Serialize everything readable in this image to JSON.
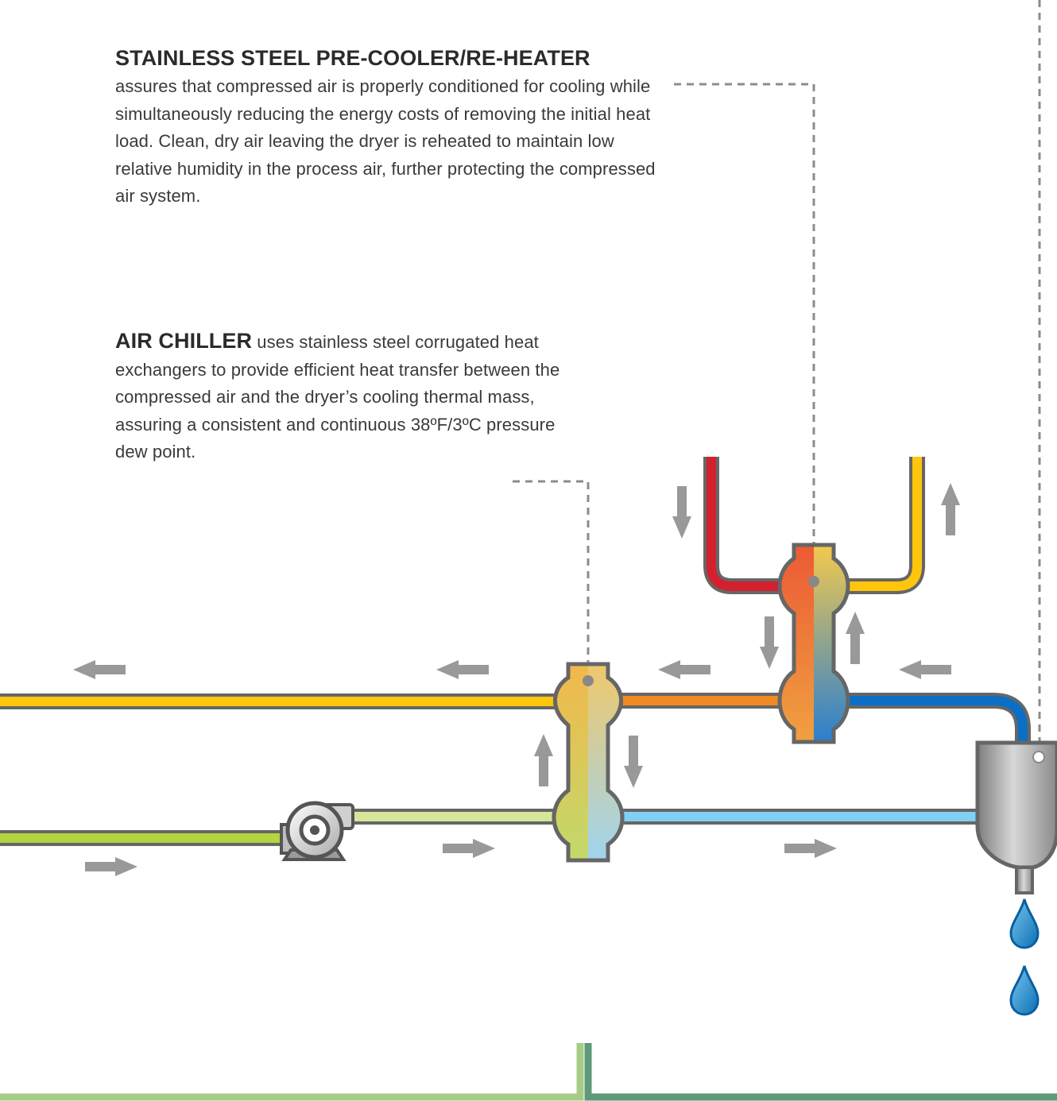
{
  "precooler": {
    "title": "STAINLESS STEEL PRE-COOLER/RE-HEATER",
    "body": "assures that compressed air is properly conditioned for cooling while simultaneously reducing the energy costs of removing the initial heat load. Clean, dry air leaving the dryer is reheated to maintain low relative humidity in the process air, further protecting the compressed air system."
  },
  "chiller": {
    "title": "AIR CHILLER",
    "body": " uses stainless steel corrugated heat exchangers to provide efficient heat transfer between the compressed air and the dryer’s cooling thermal mass, assuring a consistent and continuous 38ºF/3ºC pressure dew point."
  },
  "colors": {
    "hot": "#d3202f",
    "warm": "#f08a24",
    "yellow": "#ffc60b",
    "cold_blue": "#0b6fc6",
    "light_blue": "#7fd0f2",
    "green": "#b5d53f",
    "pale_green": "#d6e79a",
    "pipe_outline": "#666666",
    "arrow": "#999999",
    "water": "#1a8fd0"
  },
  "icons": [
    "compressor-icon",
    "separator-icon",
    "water-drop-icon",
    "flow-arrow-icon"
  ]
}
